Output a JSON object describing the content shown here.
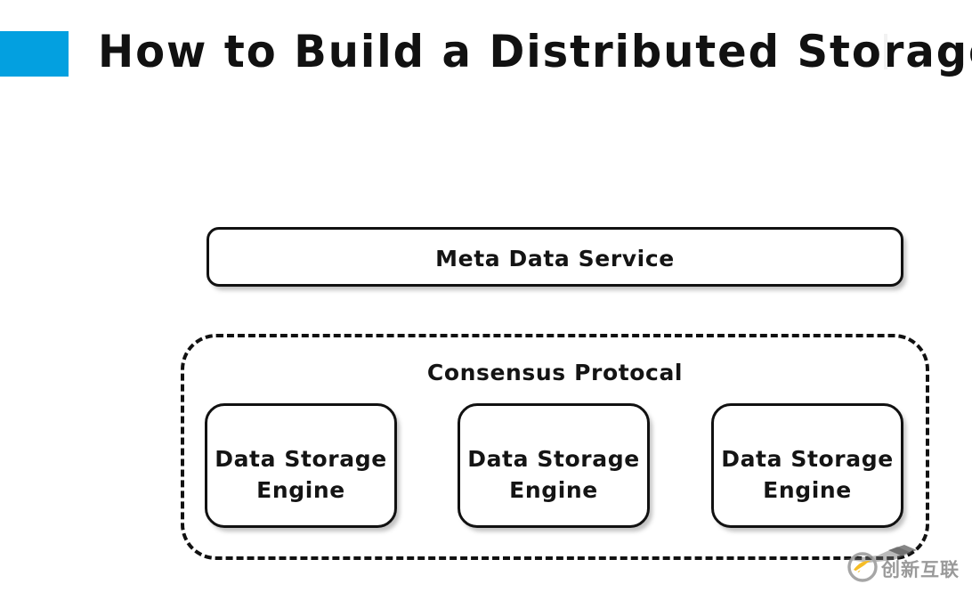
{
  "header": {
    "title": "How to Build a Distributed Storage",
    "accent_color": "#03A0E0",
    "accent_name": "accent-square"
  },
  "diagram": {
    "type": "architecture-block-diagram",
    "background_color": "#FFFFFF",
    "stroke_color": "#111111",
    "nodes": [
      {
        "id": "meta-data-service",
        "label": "Meta Data Service",
        "shape": "rounded-rectangle",
        "style": "solid-hand-drawn",
        "fill": "#FFFFFF"
      },
      {
        "id": "consensus-protocol",
        "label": "Consensus Protocal",
        "shape": "rounded-rectangle",
        "style": "dashed-hand-drawn",
        "fill": "transparent"
      },
      {
        "id": "data-storage-engine-1",
        "label": "Data Storage\nEngine",
        "shape": "rounded-rectangle",
        "style": "solid-hand-drawn",
        "fill": "#FFFFFF"
      },
      {
        "id": "data-storage-engine-2",
        "label": "Data Storage\nEngine",
        "shape": "rounded-rectangle",
        "style": "solid-hand-drawn",
        "fill": "#FFFFFF"
      },
      {
        "id": "data-storage-engine-3",
        "label": "Data Storage\nEngine",
        "shape": "rounded-rectangle",
        "style": "solid-hand-drawn",
        "fill": "#FFFFFF"
      }
    ]
  },
  "watermark": {
    "text": "创新互联",
    "logo_name": "circle-swoosh-logo",
    "logo_accent_color": "#F5B50A",
    "text_color": "#8D8D8D"
  }
}
